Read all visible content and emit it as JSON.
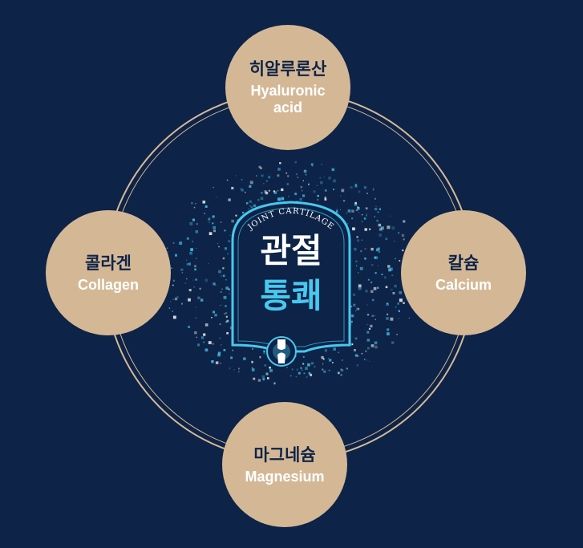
{
  "diagram": {
    "center": {
      "arc_text": "JOINT CARTILAGE",
      "title_line1": "관절",
      "title_line2": "통쾌",
      "emblem_icon": "knee-joint-icon"
    },
    "nodes": {
      "top": {
        "ko": "히알루론산",
        "en_line1": "Hyaluronic",
        "en_line2": "acid"
      },
      "left": {
        "ko": "콜라겐",
        "en_line1": "Collagen"
      },
      "right": {
        "ko": "칼슘",
        "en_line1": "Calcium"
      },
      "bottom": {
        "ko": "마그네슘",
        "en_line1": "Magnesium"
      }
    }
  },
  "colors": {
    "background": "#0d2347",
    "node_fill": "#d4b896",
    "ring": "#d4b896",
    "accent_cyan": "#47c8f0",
    "dark_text": "#0d2347"
  }
}
